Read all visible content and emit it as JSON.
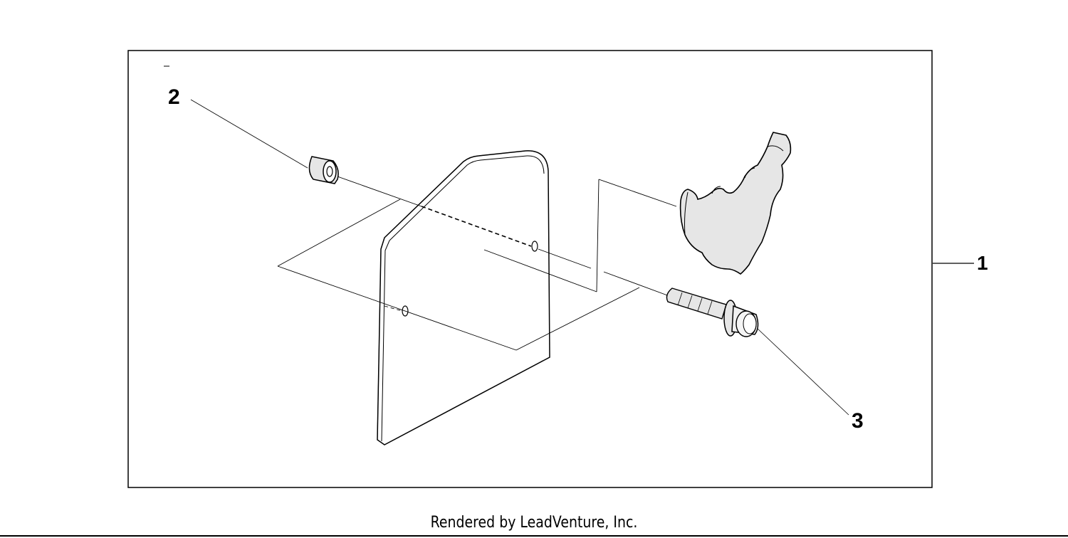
{
  "diagram": {
    "callouts": {
      "item_1": "1",
      "item_2": "2",
      "item_3": "3"
    },
    "footer": "Rendered by LeadVenture, Inc.",
    "parts": [
      "frame-plate",
      "spacer-collar",
      "flange-bolt",
      "tiller-tine-fragment"
    ]
  },
  "colors": {
    "ink": "#000000",
    "background": "#ffffff",
    "plate_shade": "#e6e6e6"
  }
}
